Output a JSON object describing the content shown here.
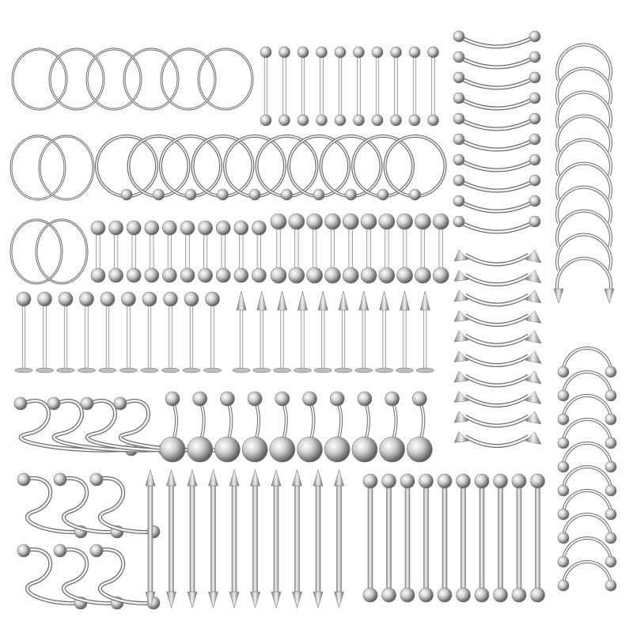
{
  "colors": {
    "background": "#ffffff",
    "metal_light": "#f4f4f4",
    "metal_mid": "#bdbdbd",
    "metal_dark": "#6e6e6e",
    "outline": "#7a7a7a"
  },
  "groups": [
    {
      "kind": "seamless-nose-hoops",
      "count": 6
    },
    {
      "kind": "straight-barbells-small",
      "count": 10
    },
    {
      "kind": "curved-eyebrow-barbells-balls",
      "count": 10
    },
    {
      "kind": "horseshoe-rings-spikes",
      "count": 10
    },
    {
      "kind": "seamless-hoops-large",
      "count": 2
    },
    {
      "kind": "captive-bead-rings",
      "count": 10
    },
    {
      "kind": "seamless-hoops-medium",
      "count": 2
    },
    {
      "kind": "straight-barbells-short",
      "count": 10
    },
    {
      "kind": "straight-barbells-thick",
      "count": 10
    },
    {
      "kind": "curved-eyebrow-barbells-spikes",
      "count": 10
    },
    {
      "kind": "labret-studs-ball",
      "count": 10
    },
    {
      "kind": "labret-studs-spike",
      "count": 10
    },
    {
      "kind": "horseshoe-rings-balls",
      "count": 10
    },
    {
      "kind": "twist-spiral-rings-large",
      "count": 4
    },
    {
      "kind": "belly-button-rings",
      "count": 10
    },
    {
      "kind": "twist-spiral-rings-small",
      "count": 6
    },
    {
      "kind": "industrial-barbells-spike",
      "count": 10
    },
    {
      "kind": "industrial-barbells-ball",
      "count": 10
    }
  ]
}
